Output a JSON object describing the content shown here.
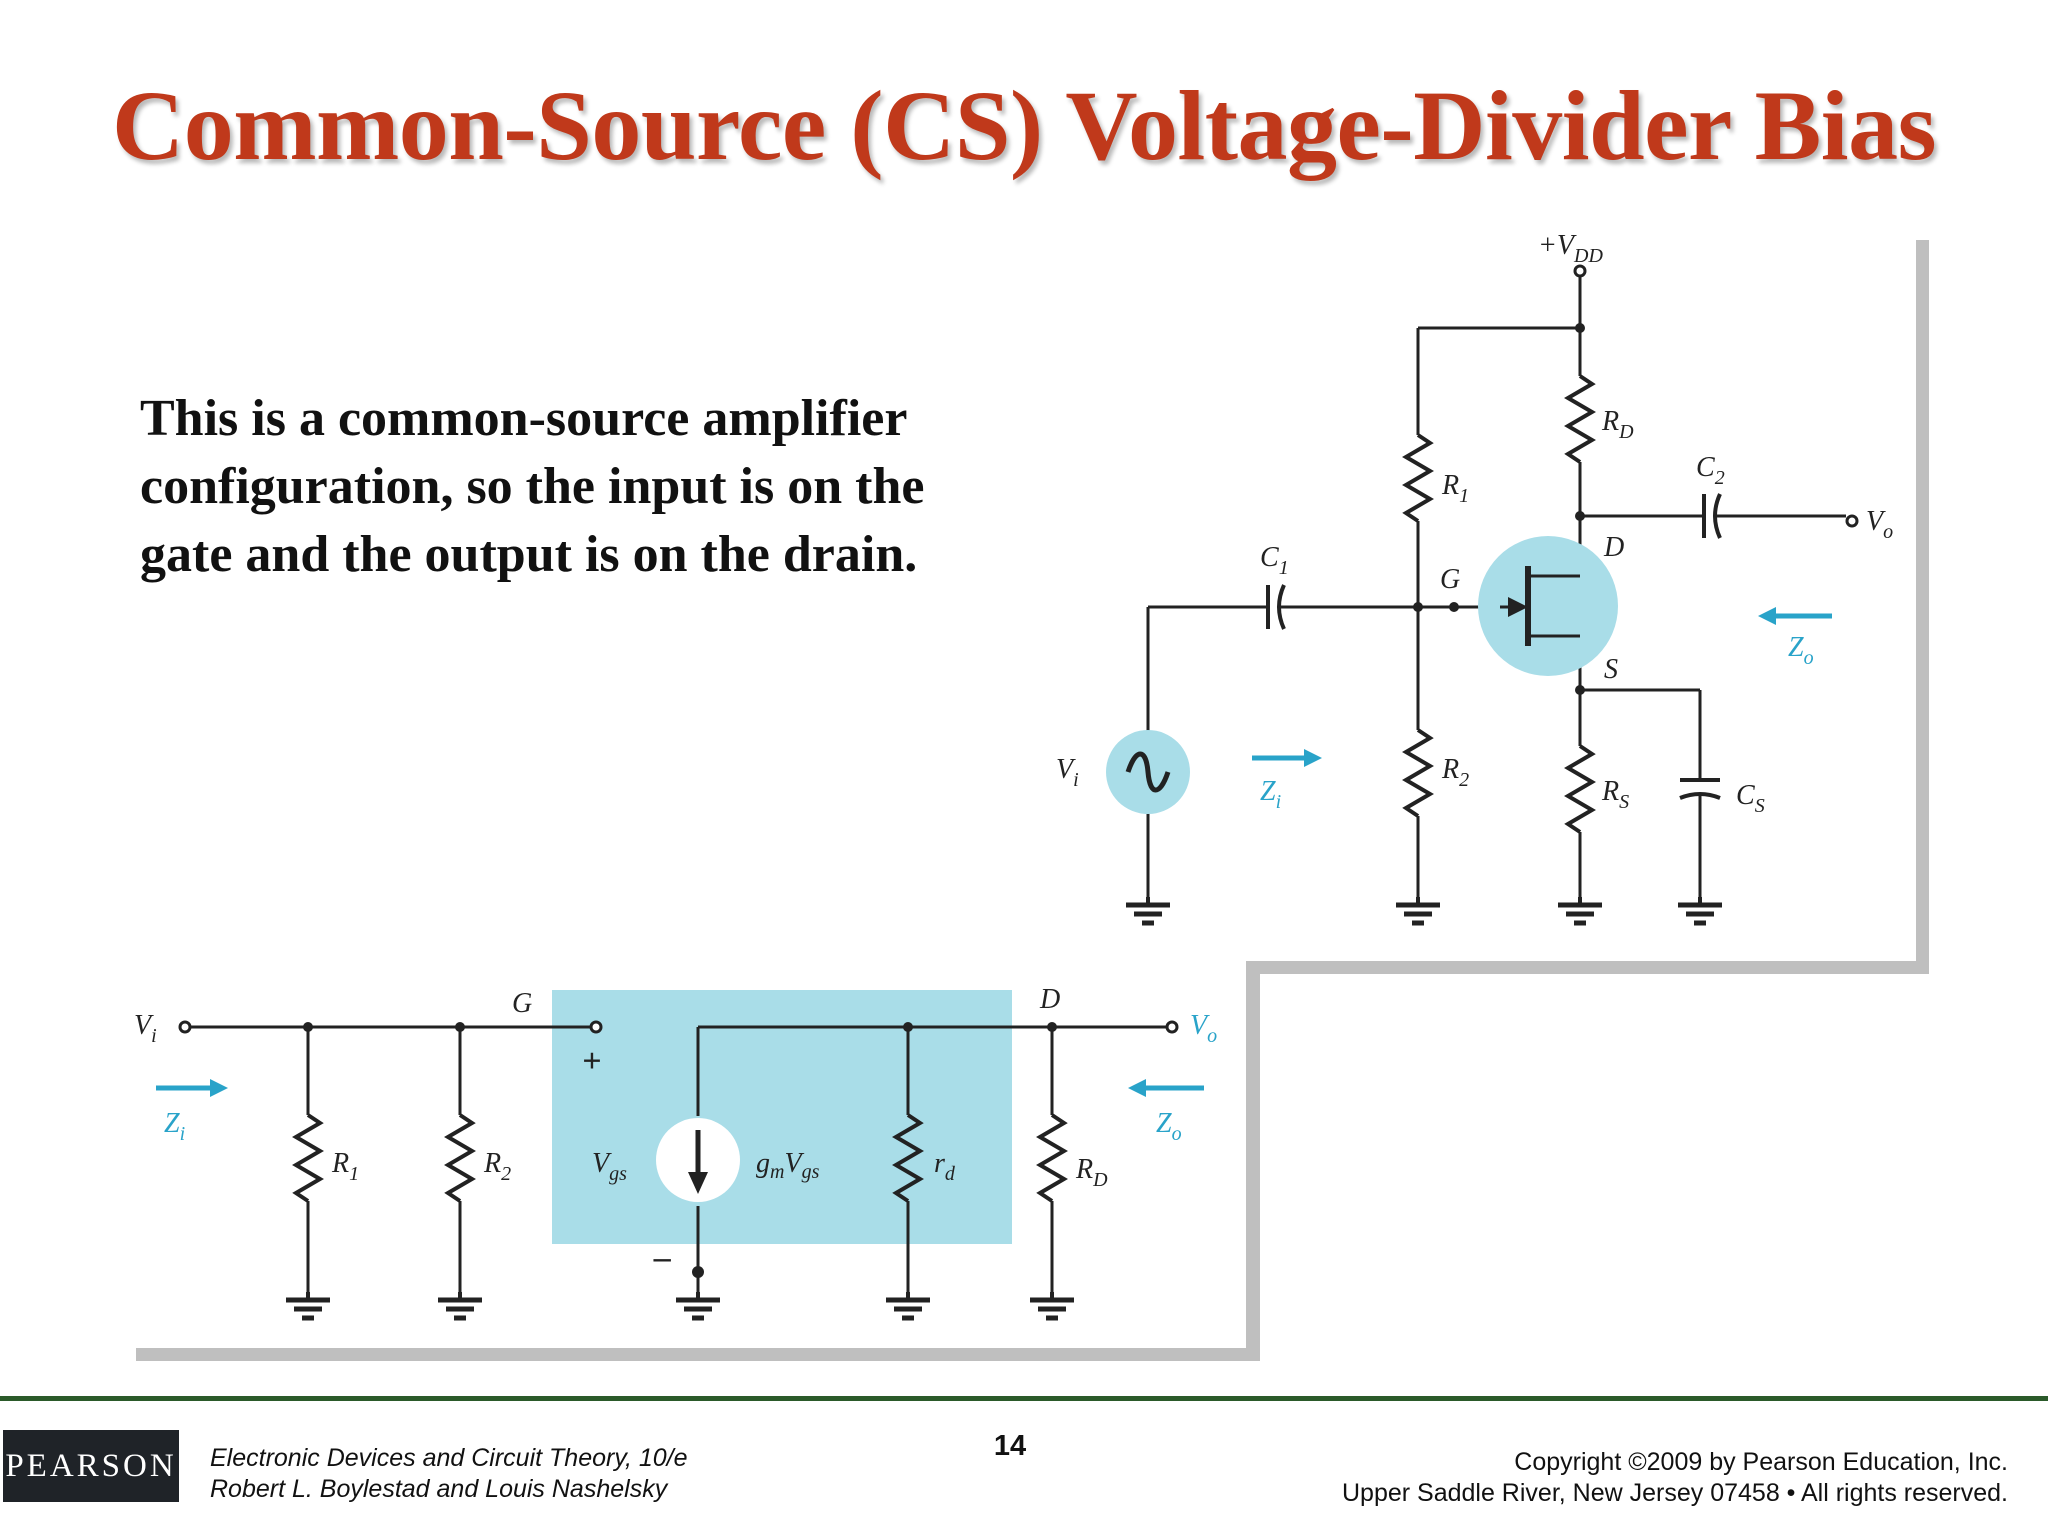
{
  "slide": {
    "title": "Common-Source (CS) Voltage-Divider Bias",
    "body": "This is a common-source amplifier configuration, so the input is on the gate and the output is on the drain.",
    "page_number": "14"
  },
  "circuit_top": {
    "supply": {
      "main": "+V",
      "sub": "DD"
    },
    "resistors": [
      {
        "main": "R",
        "sub": "D"
      },
      {
        "main": "R",
        "sub": "1"
      },
      {
        "main": "R",
        "sub": "2"
      },
      {
        "main": "R",
        "sub": "S"
      }
    ],
    "capacitors": [
      {
        "main": "C",
        "sub": "1"
      },
      {
        "main": "C",
        "sub": "2"
      },
      {
        "main": "C",
        "sub": "S"
      }
    ],
    "nodes": {
      "gate": "G",
      "drain": "D",
      "source": "S"
    },
    "source": {
      "main": "V",
      "sub": "i"
    },
    "output": {
      "main": "V",
      "sub": "o"
    },
    "zi": {
      "main": "Z",
      "sub": "i"
    },
    "zo": {
      "main": "Z",
      "sub": "o"
    }
  },
  "circuit_bottom": {
    "input": {
      "main": "V",
      "sub": "i"
    },
    "output": {
      "main": "V",
      "sub": "o"
    },
    "gate": "G",
    "drain": "D",
    "plus": "+",
    "minus": "–",
    "vgs": {
      "main": "V",
      "sub": "gs"
    },
    "gm": {
      "main": "g",
      "sub1": "m",
      "mid": "V",
      "sub2": "gs"
    },
    "r1": {
      "main": "R",
      "sub": "1"
    },
    "r2": {
      "main": "R",
      "sub": "2"
    },
    "rd": {
      "main": "r",
      "sub": "d"
    },
    "RD": {
      "main": "R",
      "sub": "D"
    },
    "zi": {
      "main": "Z",
      "sub": "i"
    },
    "zo": {
      "main": "Z",
      "sub": "o"
    }
  },
  "footer": {
    "book_line1": "Electronic Devices and Circuit Theory, 10/e",
    "book_line2": "Robert L. Boylestad and Louis Nashelsky",
    "copyright_line1": "Copyright ©2009 by Pearson Education, Inc.",
    "copyright_line2": "Upper Saddle River, New Jersey 07458 • All rights reserved.",
    "logo_text": "PEARSON"
  },
  "colors": {
    "title": "#c0391b",
    "accent": "#29a3c9",
    "panel": "#a9dde8",
    "shadow": "#bfbfbf"
  }
}
